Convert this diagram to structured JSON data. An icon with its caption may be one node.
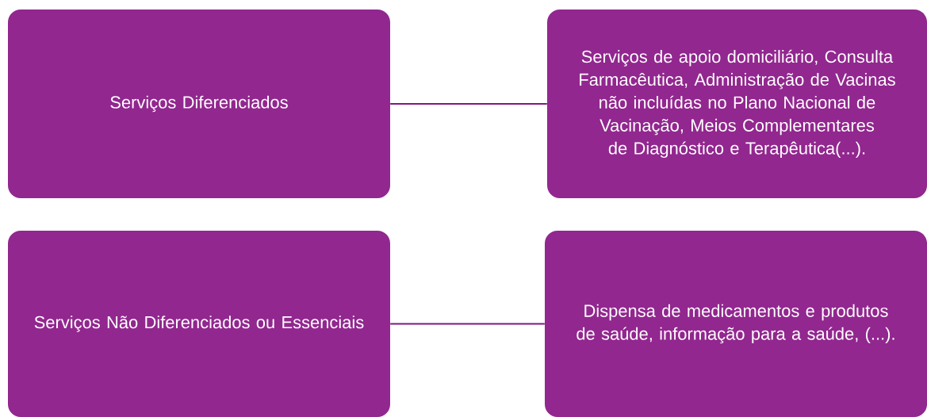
{
  "diagram": {
    "nodes": [
      {
        "text": [
          "Serviços Diferenciados"
        ]
      },
      {
        "text": [
          "Serviços de apoio domiciliário, Consulta Farmacêutica, Administração de Vacinas não incluídas no Plano Nacional de Vacinação, Meios Complementares de Diagnóstico e Terapêutica(...)."
        ]
      },
      {
        "text": [
          "Serviços Não Diferenciados ou Essenciais"
        ]
      },
      {
        "text": [
          "Dispensa de medicamentos e produtos de saúde, informação para a saúde, (...)."
        ]
      }
    ],
    "edges": [
      {
        "from": 0,
        "to": 1,
        "arrow": "none"
      },
      {
        "from": 2,
        "to": 3,
        "arrow": "none"
      }
    ]
  }
}
